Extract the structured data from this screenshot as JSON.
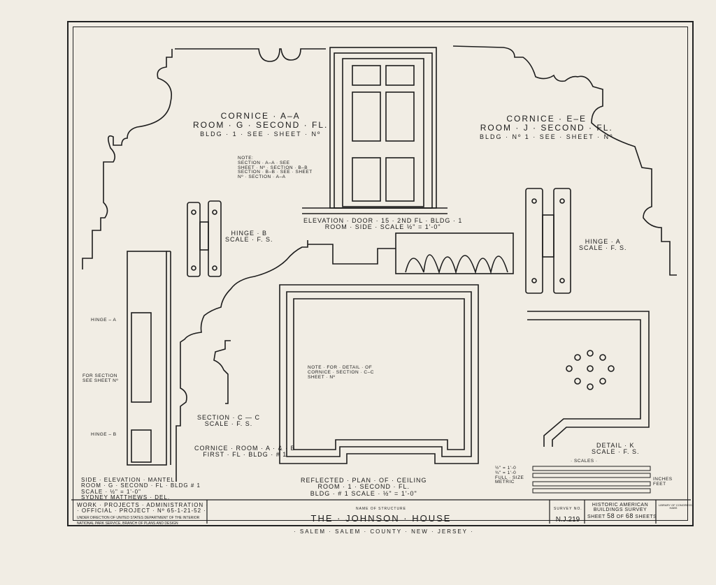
{
  "labels": {
    "cornice_aa_1": "CORNICE · A–A",
    "cornice_aa_2": "ROOM · G · SECOND · FL.",
    "cornice_aa_3": "BLDG · 1 · SEE · SHEET · Nº",
    "note_1": "NOTE:",
    "note_2": "SECTION · A–A · SEE",
    "note_3": "SHEET · Nº · SECTION · B–B",
    "note_4": "SECTION · B–B · SEE · SHEET",
    "note_5": "Nº · SECTION · A–A",
    "cornice_ee_1": "CORNICE · E–E",
    "cornice_ee_2": "ROOM · J · SECOND · FL.",
    "cornice_ee_3": "BLDG · Nº 1 · SEE · SHEET · Nº",
    "door_1": "ELEVATION · DOOR · 15 · 2ND FL · BLDG · 1",
    "door_2": "ROOM · SIDE · Scale ½\" = 1'-0\"",
    "hinge_b_1": "HINGE · B",
    "hinge_b_2": "SCALE · F. S.",
    "hinge_a_1": "HINGE · A",
    "hinge_a_2": "SCALE · F. S.",
    "section_cc_1": "SECTION · C — C",
    "section_cc_2": "SCALE · F. S.",
    "cornice_ab_1": "CORNICE · ROOM · A · & · B",
    "cornice_ab_2": "FIRST · FL · BLDG · # 1",
    "ceiling_note_1": "NOTE · FOR · DETAIL · OF",
    "ceiling_note_2": "CORNICE · SECTION · C–C",
    "ceiling_note_3": "SHEET · Nº",
    "ceiling_1": "REFLECTED · PLAN · OF · CEILING",
    "ceiling_2": "ROOM · 1 · SECOND · FL.",
    "ceiling_3": "BLDG · # 1",
    "ceiling_4": "SCALE · ½\" = 1'-0\"",
    "detail_k_1": "DETAIL · K",
    "detail_k_2": "SCALE · F. S.",
    "mantel_1": "SIDE · ELEVATION · MANTEL",
    "mantel_2": "ROOM · G · SECOND · FL · BLDG # 1",
    "mantel_3": "Scale · ½\" = 1'-0\"",
    "delineator": "SYDNEY MATTHEWS · DEL.",
    "hinge_a_tag": "HINGE – A",
    "hinge_b_tag": "HINGE – B",
    "section_note_1": "FOR SECTION",
    "section_note_2": "SEE SHEET Nº",
    "scales_title": "· SCALES ·",
    "scale_1": "½\" = 1'-0",
    "scale_2": "¾\" = 1'-0",
    "scale_3": "FULL · SIZE",
    "scale_4": "METRIC",
    "scale_5": "Inches",
    "scale_6": "Feet"
  },
  "title_block": {
    "wpa_1": "WORK · PROJECTS · ADMINISTRATION ·",
    "wpa_2": "· OFFICIAL · PROJECT · Nº 65-1-21-52 ·",
    "wpa_3": "UNDER DIRECTION OF UNITED STATES DEPARTMENT OF THE INTERIOR",
    "wpa_4": "NATIONAL PARK SERVICE, BRANCH OF PLANS AND DESIGN",
    "name_caption": "NAME OF STRUCTURE",
    "name": "THE · JOHNSON · HOUSE",
    "location": "· SALEM · SALEM · COUNTY · NEW · JERSEY ·",
    "survey_caption": "SURVEY NO.",
    "survey_no": "N.J.219",
    "habs_1": "HISTORIC AMERICAN",
    "habs_2": "BUILDINGS SURVEY",
    "sheet_label": "SHEET",
    "sheet_no": "58",
    "sheet_of": "OF",
    "sheet_total": "68",
    "sheets_label": "SHEETS",
    "lib_1": "LIBRARY OF CONGRESS",
    "lib_2": "HABS"
  }
}
